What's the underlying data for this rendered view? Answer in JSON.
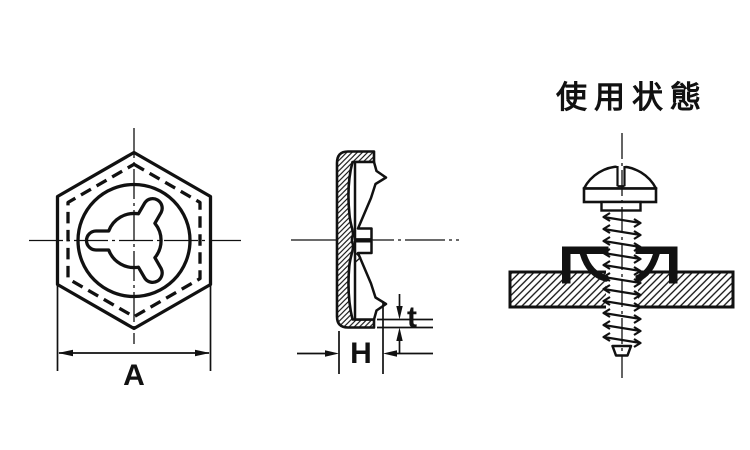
{
  "diagram": {
    "background_color": "#ffffff",
    "line_color": "#111111",
    "usage_view": {
      "title": "使用状態"
    },
    "front_view": {
      "width_dimension_label": "A"
    },
    "section_view": {
      "height_dimension_label": "H",
      "thickness_dimension_label": "t"
    }
  }
}
